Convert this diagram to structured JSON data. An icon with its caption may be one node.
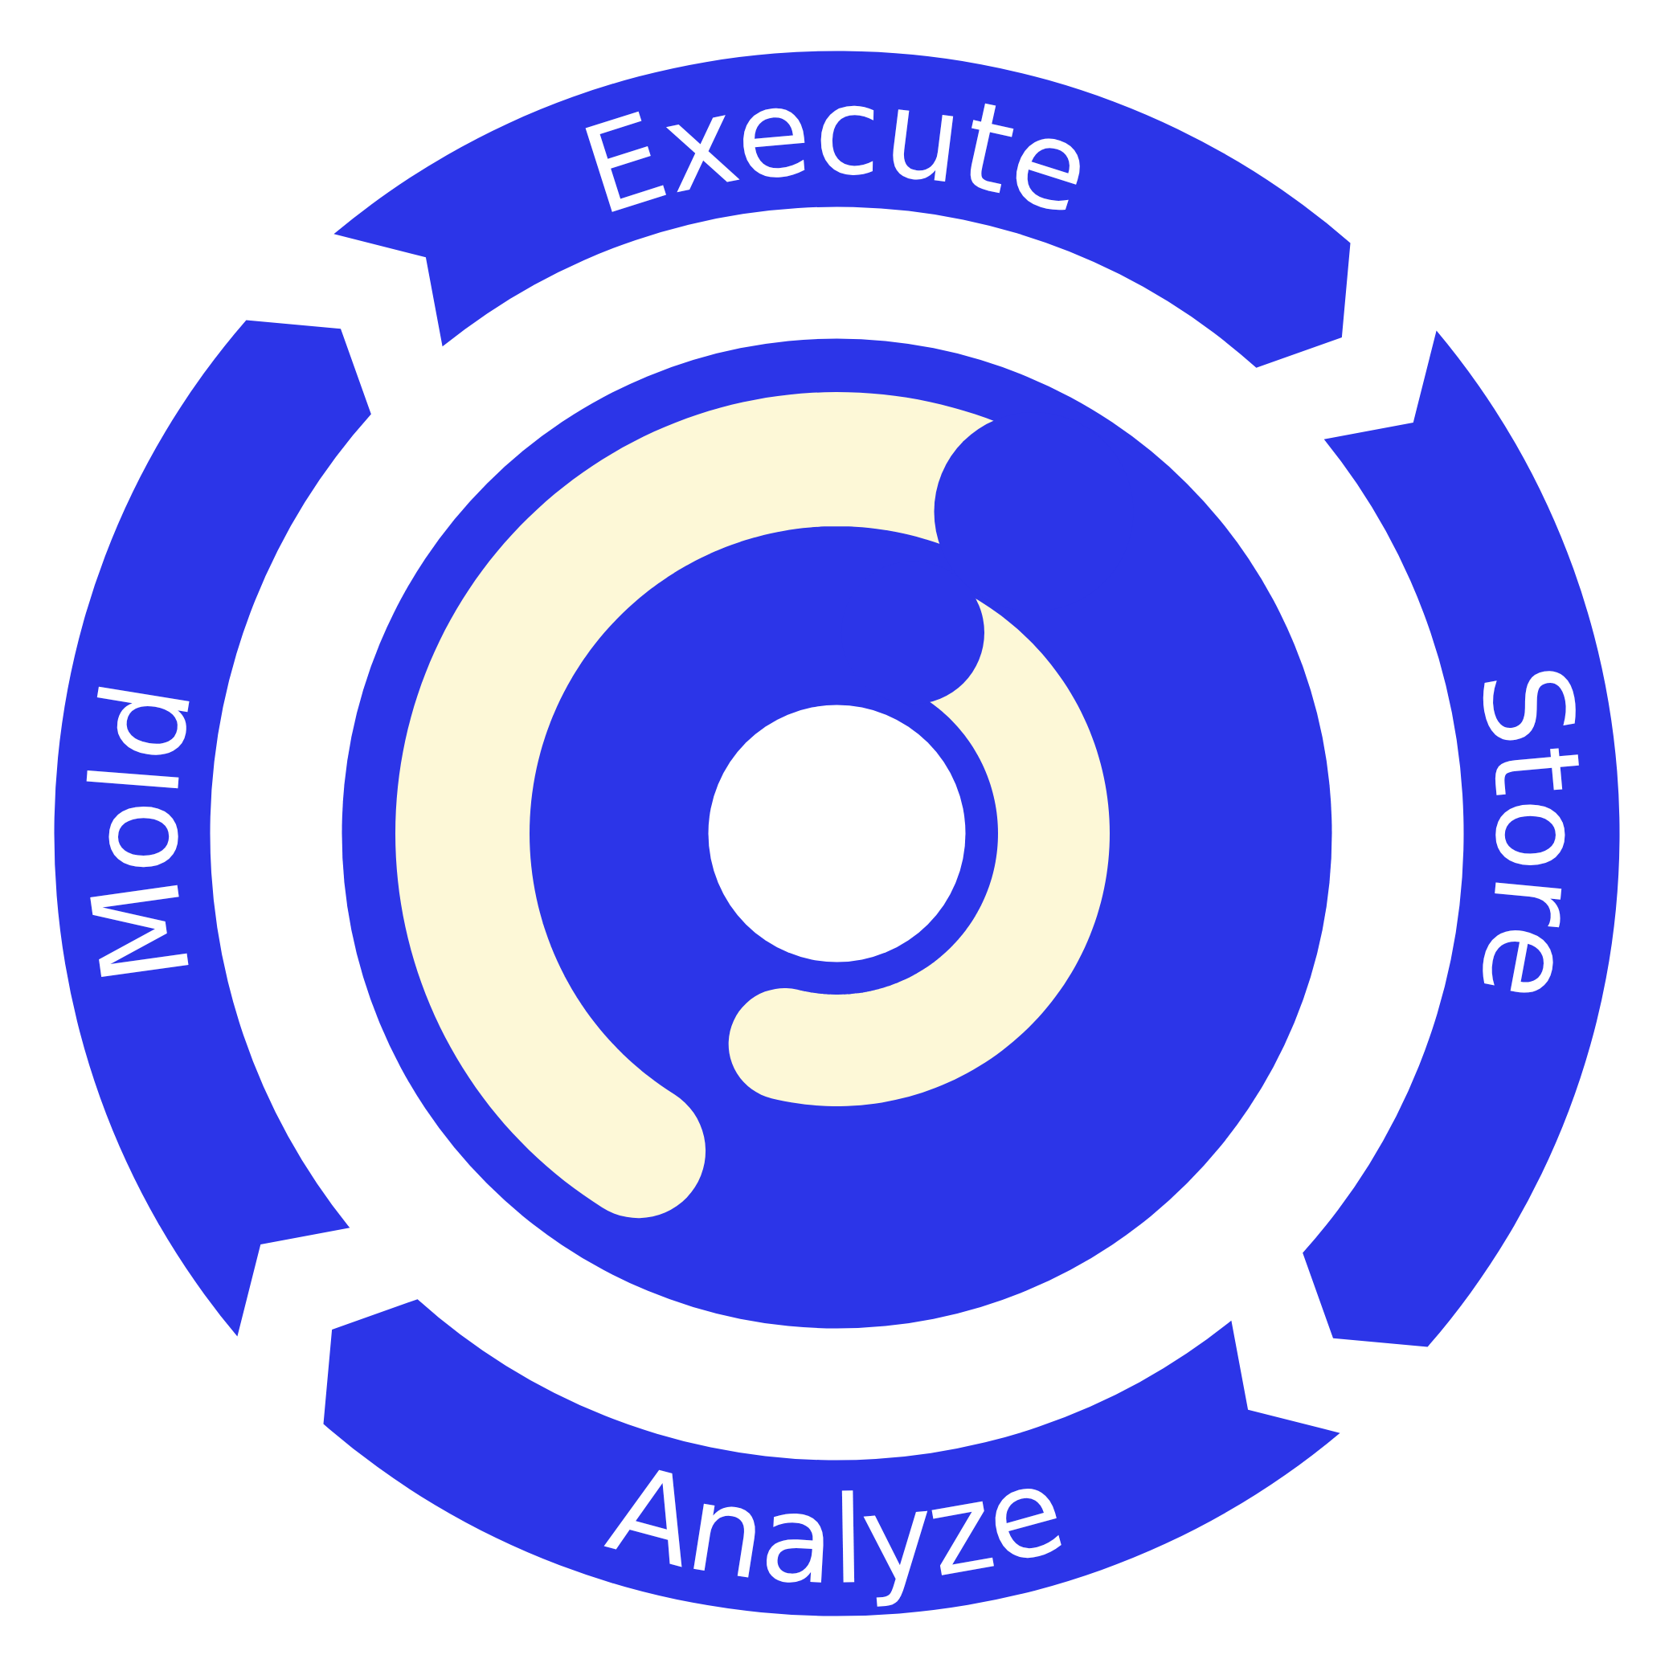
{
  "diagram": {
    "nodes": [
      {
        "text": [
          "Execute"
        ]
      },
      {
        "text": [
          "Store"
        ]
      },
      {
        "text": [
          "Analyze"
        ]
      },
      {
        "text": [
          "Mold"
        ]
      }
    ]
  }
}
